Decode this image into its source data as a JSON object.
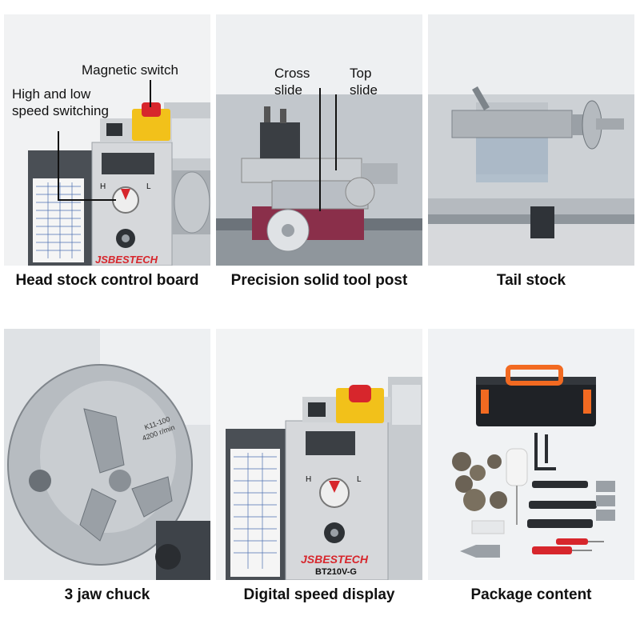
{
  "panels": [
    {
      "caption": "Head stock control board",
      "callouts": [
        "Magnetic switch",
        "High and low",
        "speed switching"
      ],
      "brand": "JSBESTECH",
      "dial_labels": [
        "H",
        "L"
      ]
    },
    {
      "caption": "Precision solid tool post",
      "callouts": [
        "Cross",
        "slide",
        "Top",
        "slide"
      ]
    },
    {
      "caption": "Tail stock"
    },
    {
      "caption": "3 jaw chuck",
      "chuck_text": [
        "K11-100",
        "4200 r/min"
      ]
    },
    {
      "caption": "Digital speed display",
      "brand": "JSBESTECH",
      "model": "BT210V-G",
      "dial_labels": [
        "H",
        "L"
      ]
    },
    {
      "caption": "Package content"
    }
  ],
  "colors": {
    "brand_red": "#d7262c",
    "switch_yellow": "#f2c11a",
    "toolbox_orange": "#f26a21",
    "metal": "#b9bec4",
    "panel_gray": "#d7d9dc"
  }
}
